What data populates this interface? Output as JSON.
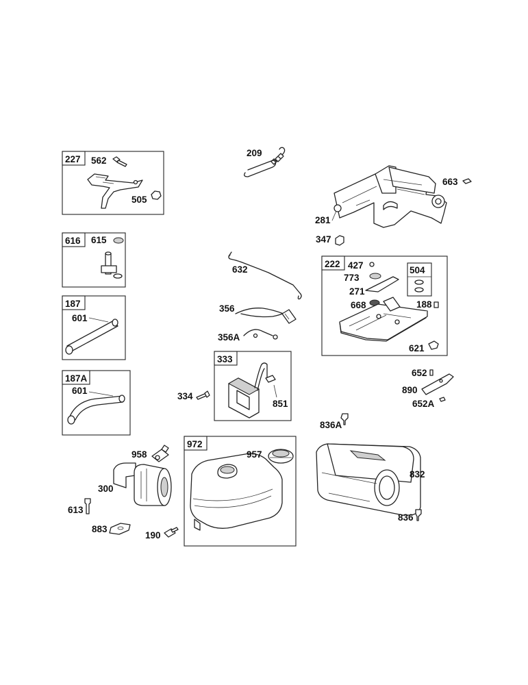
{
  "callouts": {
    "p227": "227",
    "p562": "562",
    "p505": "505",
    "p616": "616",
    "p615": "615",
    "p187": "187",
    "p601a": "601",
    "p187a": "187A",
    "p601b": "601",
    "p209": "209",
    "p663": "663",
    "p281": "281",
    "p347": "347",
    "p632": "632",
    "p356": "356",
    "p356a": "356A",
    "p222": "222",
    "p427": "427",
    "p773": "773",
    "p504": "504",
    "p271": "271",
    "p668": "668",
    "p188": "188",
    "p621": "621",
    "p333": "333",
    "p334": "334",
    "p851": "851",
    "p652": "652",
    "p890": "890",
    "p652a": "652A",
    "p836a": "836A",
    "p832": "832",
    "p836": "836",
    "p958": "958",
    "p300": "300",
    "p613": "613",
    "p883": "883",
    "p972": "972",
    "p957": "957",
    "p190": "190"
  }
}
